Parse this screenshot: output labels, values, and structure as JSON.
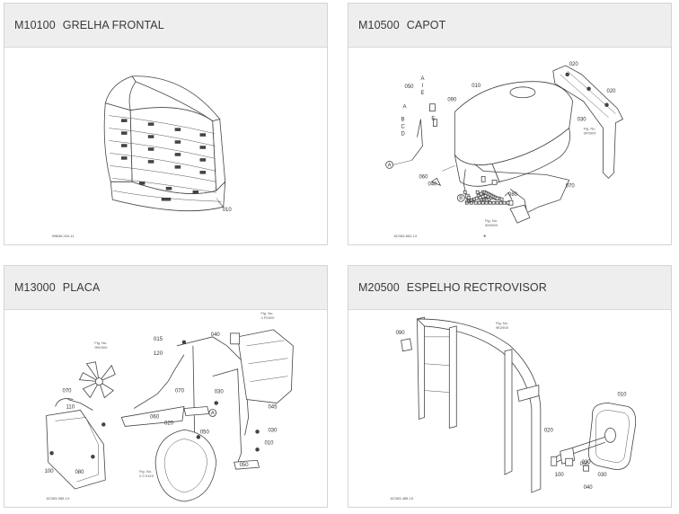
{
  "cards": [
    {
      "code": "M10100",
      "title": "GRELHA FRONTAL",
      "labels": {
        "p010": "010",
        "ref": "9980B-334-11"
      }
    },
    {
      "code": "M10500",
      "title": "CAPOT",
      "labels": {
        "p050": "050",
        "A": "A",
        "I": "I",
        "E": "E",
        "B": "B",
        "C": "C",
        "D": "D",
        "A2": "A",
        "B2": "B",
        "E2": "E",
        "p010": "010",
        "p020a": "020",
        "p020b": "020",
        "p030": "030",
        "p090": "090",
        "p060": "060",
        "p040a": "040",
        "p040b": "040",
        "p080": "080",
        "p070": "070",
        "fig1a": "Fig. No.",
        "fig1b": "9F050X",
        "fig2a": "Fig. No.",
        "fig2b": "9H050X",
        "ref": "6C083-862-13"
      }
    },
    {
      "code": "M13000",
      "title": "PLACA",
      "labels": {
        "fig1a": "Fig. No.",
        "fig1b": "9H030X",
        "fig2a": "Fig. No.",
        "fig2b": "4 F030X",
        "fig3a": "Fig. No.",
        "fig3b": "0 0 01XX",
        "p015": "015",
        "p040": "040",
        "p120": "120",
        "p070": "070",
        "p030a": "030",
        "p030b": "030",
        "p030c": "030",
        "p110": "110",
        "p060": "060",
        "p020": "020",
        "p050": "050",
        "p045": "045",
        "p010": "010",
        "p080": "080",
        "p100": "100",
        "A": "A",
        "ref": "6C083-985-13"
      }
    },
    {
      "code": "M20500",
      "title": "ESPELHO RECTROVISOR",
      "labels": {
        "p090": "090",
        "fig1a": "Fig. No.",
        "fig1b": "9E290X",
        "p010": "010",
        "p020": "020",
        "p030": "030",
        "p040": "040",
        "p050": "050",
        "p100": "100",
        "ref": "6C083-485-15"
      }
    }
  ]
}
